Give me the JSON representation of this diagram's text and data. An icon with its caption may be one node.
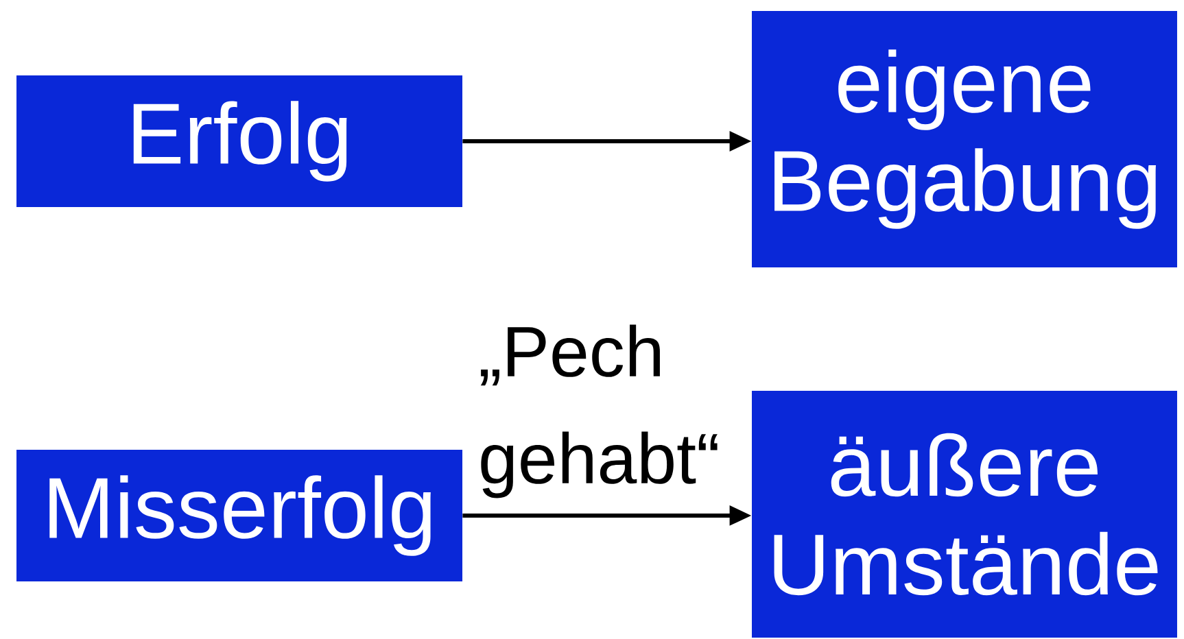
{
  "diagram": {
    "nodes": [
      {
        "text": [
          "Erfolg"
        ]
      },
      {
        "text": [
          "eigene Begabung"
        ]
      },
      {
        "text": [
          "Misserfolg"
        ]
      },
      {
        "text": [
          "äußere Umstände"
        ]
      }
    ],
    "edges": [
      {
        "from": 0,
        "to": 1,
        "arrow": "to"
      },
      {
        "from": 2,
        "to": 3,
        "arrow": "to",
        "label": "„Pech gehabt“"
      }
    ]
  }
}
